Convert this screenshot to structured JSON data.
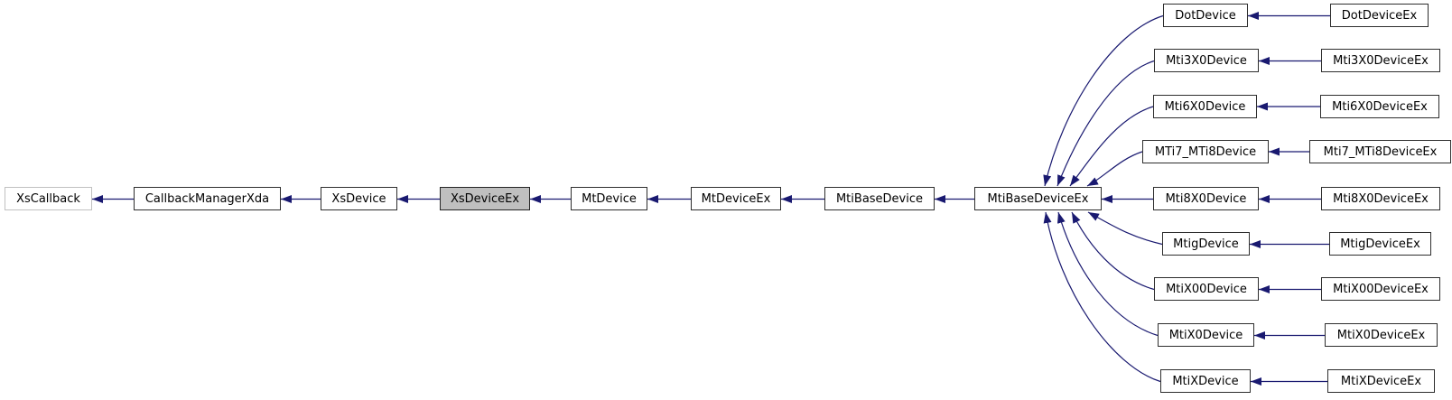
{
  "diagram": {
    "type": "class-inheritance-graph",
    "focus_node": "XsDeviceEx",
    "colors": {
      "edge": "#191970",
      "node_border": "#2e2e2e",
      "external_node_border": "#c0c0c0",
      "focus_node_fill": "#bfbfbf",
      "node_fill": "#ffffff",
      "text": "#000000",
      "background": "#ffffff"
    },
    "nodes": [
      {
        "id": "XsCallback",
        "label": "XsCallback"
      },
      {
        "id": "CallbackManagerXda",
        "label": "CallbackManagerXda"
      },
      {
        "id": "XsDevice",
        "label": "XsDevice"
      },
      {
        "id": "XsDeviceEx",
        "label": "XsDeviceEx"
      },
      {
        "id": "MtDevice",
        "label": "MtDevice"
      },
      {
        "id": "MtDeviceEx",
        "label": "MtDeviceEx"
      },
      {
        "id": "MtiBaseDevice",
        "label": "MtiBaseDevice"
      },
      {
        "id": "MtiBaseDeviceEx",
        "label": "MtiBaseDeviceEx"
      },
      {
        "id": "DotDevice",
        "label": "DotDevice"
      },
      {
        "id": "Mti3X0Device",
        "label": "Mti3X0Device"
      },
      {
        "id": "Mti6X0Device",
        "label": "Mti6X0Device"
      },
      {
        "id": "MTi7_MTi8Device",
        "label": "MTi7_MTi8Device"
      },
      {
        "id": "Mti8X0Device",
        "label": "Mti8X0Device"
      },
      {
        "id": "MtigDevice",
        "label": "MtigDevice"
      },
      {
        "id": "MtiX00Device",
        "label": "MtiX00Device"
      },
      {
        "id": "MtiX0Device",
        "label": "MtiX0Device"
      },
      {
        "id": "MtiXDevice",
        "label": "MtiXDevice"
      },
      {
        "id": "DotDeviceEx",
        "label": "DotDeviceEx"
      },
      {
        "id": "Mti3X0DeviceEx",
        "label": "Mti3X0DeviceEx"
      },
      {
        "id": "Mti6X0DeviceEx",
        "label": "Mti6X0DeviceEx"
      },
      {
        "id": "Mti7_MTi8DeviceEx",
        "label": "Mti7_MTi8DeviceEx"
      },
      {
        "id": "Mti8X0DeviceEx",
        "label": "Mti8X0DeviceEx"
      },
      {
        "id": "MtigDeviceEx",
        "label": "MtigDeviceEx"
      },
      {
        "id": "MtiX00DeviceEx",
        "label": "MtiX00DeviceEx"
      },
      {
        "id": "MtiX0DeviceEx",
        "label": "MtiX0DeviceEx"
      },
      {
        "id": "MtiXDeviceEx",
        "label": "MtiXDeviceEx"
      }
    ],
    "edges": [
      {
        "from": "CallbackManagerXda",
        "to": "XsCallback"
      },
      {
        "from": "XsDevice",
        "to": "CallbackManagerXda"
      },
      {
        "from": "XsDeviceEx",
        "to": "XsDevice"
      },
      {
        "from": "MtDevice",
        "to": "XsDeviceEx"
      },
      {
        "from": "MtDeviceEx",
        "to": "MtDevice"
      },
      {
        "from": "MtiBaseDevice",
        "to": "MtDeviceEx"
      },
      {
        "from": "MtiBaseDeviceEx",
        "to": "MtiBaseDevice"
      },
      {
        "from": "DotDevice",
        "to": "MtiBaseDeviceEx"
      },
      {
        "from": "Mti3X0Device",
        "to": "MtiBaseDeviceEx"
      },
      {
        "from": "Mti6X0Device",
        "to": "MtiBaseDeviceEx"
      },
      {
        "from": "MTi7_MTi8Device",
        "to": "MtiBaseDeviceEx"
      },
      {
        "from": "Mti8X0Device",
        "to": "MtiBaseDeviceEx"
      },
      {
        "from": "MtigDevice",
        "to": "MtiBaseDeviceEx"
      },
      {
        "from": "MtiX00Device",
        "to": "MtiBaseDeviceEx"
      },
      {
        "from": "MtiX0Device",
        "to": "MtiBaseDeviceEx"
      },
      {
        "from": "MtiXDevice",
        "to": "MtiBaseDeviceEx"
      },
      {
        "from": "DotDeviceEx",
        "to": "DotDevice"
      },
      {
        "from": "Mti3X0DeviceEx",
        "to": "Mti3X0Device"
      },
      {
        "from": "Mti6X0DeviceEx",
        "to": "Mti6X0Device"
      },
      {
        "from": "Mti7_MTi8DeviceEx",
        "to": "MTi7_MTi8Device"
      },
      {
        "from": "Mti8X0DeviceEx",
        "to": "Mti8X0Device"
      },
      {
        "from": "MtigDeviceEx",
        "to": "MtigDevice"
      },
      {
        "from": "MtiX00DeviceEx",
        "to": "MtiX00Device"
      },
      {
        "from": "MtiX0DeviceEx",
        "to": "MtiX0Device"
      },
      {
        "from": "MtiXDeviceEx",
        "to": "MtiXDevice"
      }
    ]
  }
}
